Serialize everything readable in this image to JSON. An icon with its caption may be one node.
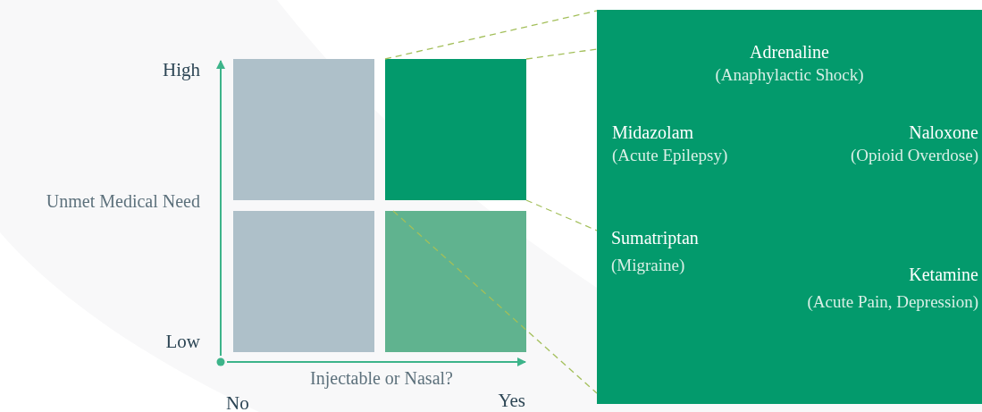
{
  "diagram": {
    "nodes": [
      {
        "text": [],
        "shape": "box"
      },
      {
        "text": [],
        "shape": "box"
      },
      {
        "text": [],
        "shape": "box"
      },
      {
        "text": [],
        "shape": "box"
      },
      {
        "text": [],
        "shape": "box"
      },
      {
        "text": [
          "Adrenaline",
          "(Anaphylactic Shock)"
        ],
        "in": 4
      },
      {
        "text": [
          "Midazolam",
          "(Acute Epilepsy)"
        ],
        "in": 4
      },
      {
        "text": [
          "Naloxone",
          "(Opioid Overdose)"
        ],
        "in": 4
      },
      {
        "text": [
          "Sumatriptan",
          "(Migraine)"
        ],
        "in": 4
      },
      {
        "text": [
          "Ketamine",
          "(Acute Pain, Depression)"
        ],
        "in": 4
      }
    ],
    "edges": [
      {
        "from": 1,
        "to": 4,
        "arrow": "none",
        "style": "dashed"
      },
      {
        "from": 1,
        "to": 4,
        "arrow": "none",
        "style": "dashed"
      },
      {
        "from": 1,
        "to": 4,
        "arrow": "none",
        "style": "dashed"
      },
      {
        "from": 3,
        "to": 4,
        "arrow": "none",
        "style": "dashed"
      }
    ],
    "labels": [
      "High",
      "Unmet Medical Need",
      "Low",
      "Injectable or Nasal?",
      "No",
      "Yes"
    ]
  }
}
